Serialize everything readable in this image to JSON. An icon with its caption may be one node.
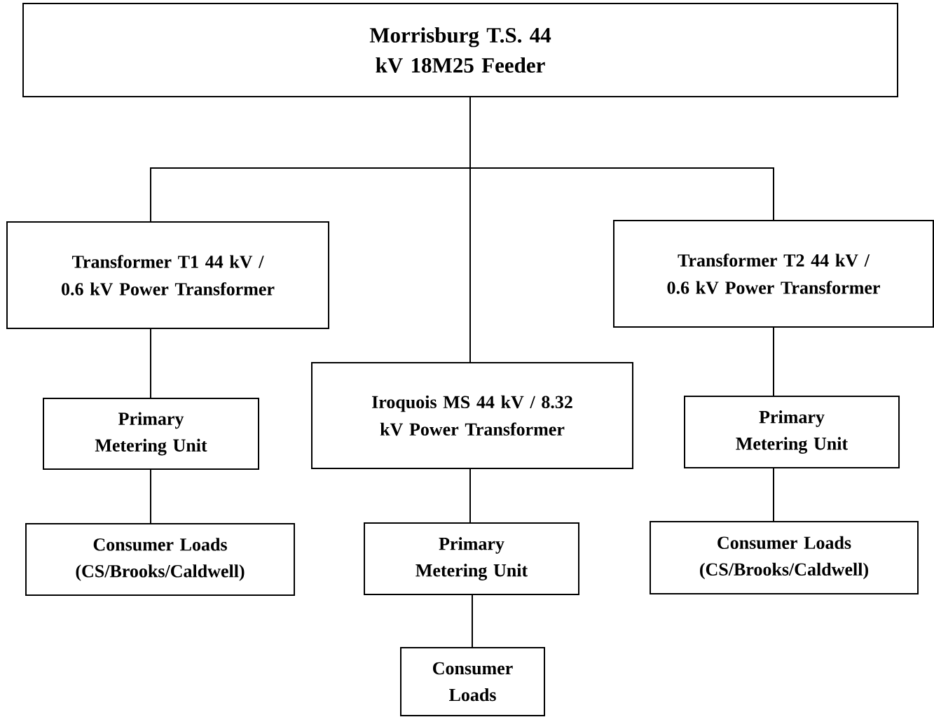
{
  "diagram": {
    "nodes": [
      {
        "text": [
          "Morrisburg T.S. 44 kV 18M25 Feeder"
        ]
      },
      {
        "text": [
          "Transformer T1 44 kV / 0.6 kV Power Transformer"
        ]
      },
      {
        "text": [
          "Transformer T2 44 kV / 0.6 kV Power Transformer"
        ]
      },
      {
        "text": [
          "Iroquois MS 44 kV / 8.32 kV Power Transformer"
        ]
      },
      {
        "text": [
          "Primary Metering Unit"
        ]
      },
      {
        "text": [
          "Primary Metering Unit"
        ]
      },
      {
        "text": [
          "Primary Metering Unit"
        ]
      },
      {
        "text": [
          "Consumer Loads (CS/Brooks/Caldwell)"
        ]
      },
      {
        "text": [
          "Consumer Loads (CS/Brooks/Caldwell)"
        ]
      },
      {
        "text": [
          "Consumer Loads"
        ]
      }
    ],
    "edges": [
      {
        "from": 0,
        "to": 1,
        "arrow": "none"
      },
      {
        "from": 0,
        "to": 3,
        "arrow": "none"
      },
      {
        "from": 0,
        "to": 2,
        "arrow": "none"
      },
      {
        "from": 1,
        "to": 4,
        "arrow": "none"
      },
      {
        "from": 4,
        "to": 7,
        "arrow": "none"
      },
      {
        "from": 3,
        "to": 6,
        "arrow": "none"
      },
      {
        "from": 6,
        "to": 9,
        "arrow": "none"
      },
      {
        "from": 2,
        "to": 5,
        "arrow": "none"
      },
      {
        "from": 5,
        "to": 8,
        "arrow": "none"
      }
    ]
  }
}
